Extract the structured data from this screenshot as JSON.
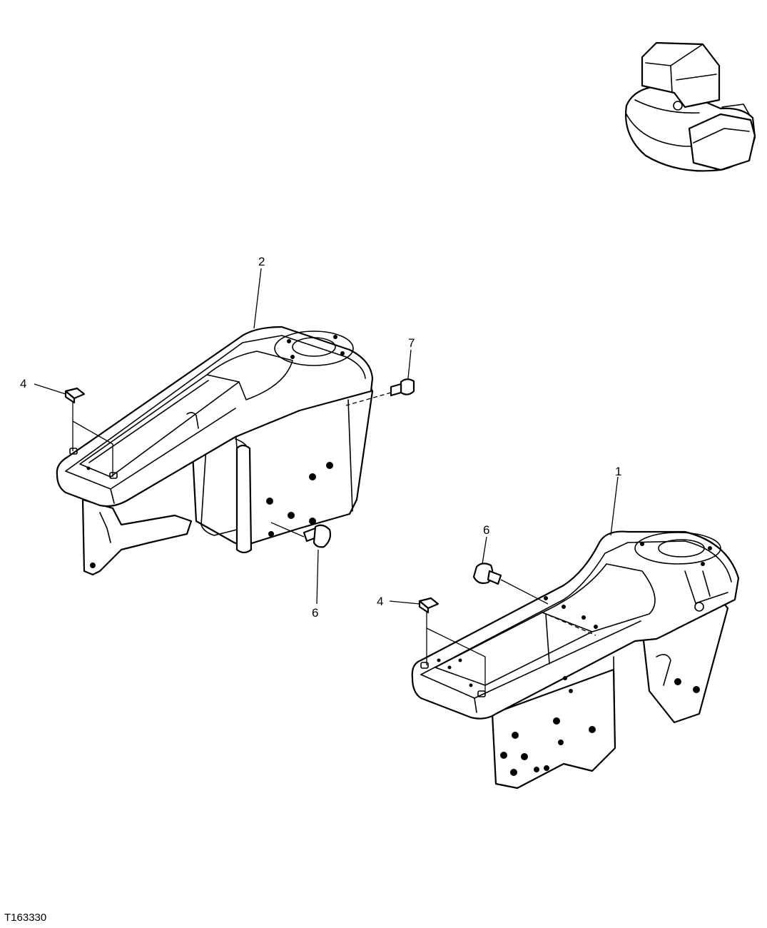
{
  "figure_id": "T163330",
  "callouts": {
    "c1": "1",
    "c2": "2",
    "c4_left": "4",
    "c4_right": "4",
    "c6_left": "6",
    "c6_right": "6",
    "c7": "7"
  }
}
